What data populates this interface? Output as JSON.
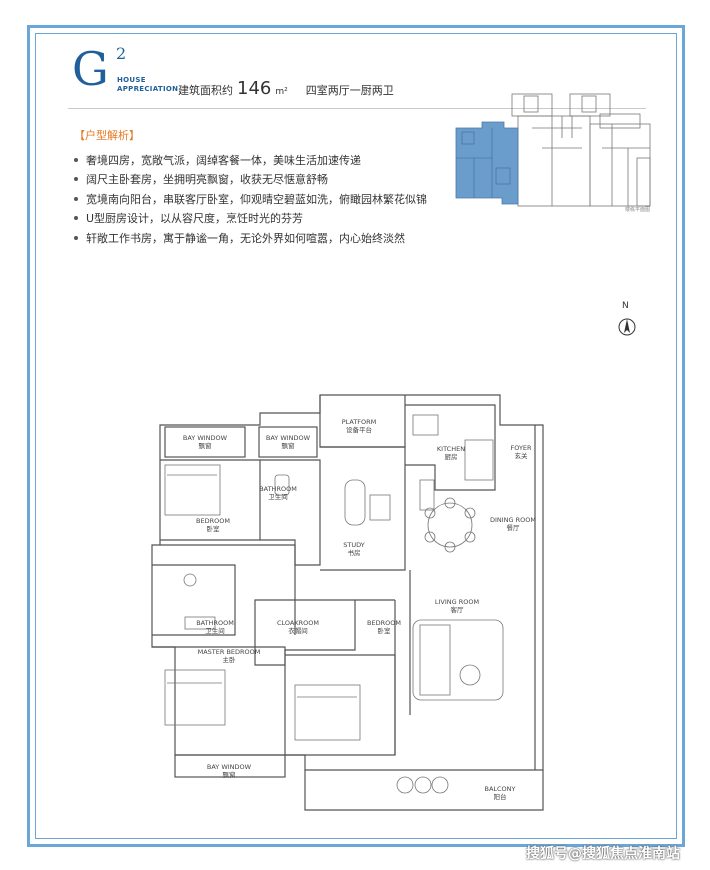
{
  "header": {
    "code_letter": "G",
    "code_sup": "2",
    "house_line1": "HOUSE",
    "house_line2": "APPRECIATION",
    "area_label": "建筑面积约",
    "area_value": "146",
    "area_unit": "m²",
    "layout_desc": "四室两厅一厨两卫"
  },
  "analysis": {
    "title": "【户型解析】",
    "items": [
      "奢境四房，宽敞气派，阔绰客餐一体，美味生活加速传递",
      "阔尺主卧套房，坐拥明亮飘窗，收获无尽惬意舒畅",
      "宽境南向阳台，串联客厅卧室，仰观晴空碧蓝如洗，俯瞰园林繁花似锦",
      "U型厨房设计，以从容尺度，烹饪时光的芬芳",
      "轩敞工作书房，寓于静谧一角，无论外界如何喧嚣，内心始终淡然"
    ]
  },
  "keyplan": {
    "caption": "楼栋平面图",
    "highlight_color": "#6a9ccc"
  },
  "compass": {
    "label": "N"
  },
  "rooms": {
    "platform": {
      "en": "PLATFORM",
      "cn": "设备平台"
    },
    "bay_window_1": {
      "en": "BAY WINDOW",
      "cn": "飘窗"
    },
    "bay_window_2": {
      "en": "BAY WINDOW",
      "cn": "飘窗"
    },
    "bathroom_1": {
      "en": "BATHROOM",
      "cn": "卫生间"
    },
    "bedroom_1": {
      "en": "BEDROOM",
      "cn": "卧室"
    },
    "kitchen": {
      "en": "KITCHEN",
      "cn": "厨房"
    },
    "foyer": {
      "en": "FOYER",
      "cn": "玄关"
    },
    "study": {
      "en": "STUDY",
      "cn": "书房"
    },
    "dining": {
      "en": "DINING ROOM",
      "cn": "餐厅"
    },
    "bathroom_2": {
      "en": "BATHROOM",
      "cn": "卫生间"
    },
    "cloakroom": {
      "en": "CLOAKROOM",
      "cn": "衣帽间"
    },
    "bedroom_2": {
      "en": "BEDROOM",
      "cn": "卧室"
    },
    "living": {
      "en": "LIVING ROOM",
      "cn": "客厅"
    },
    "master": {
      "en": "MASTER BEDROOM",
      "cn": "主卧"
    },
    "bay_window_3": {
      "en": "BAY WINDOW",
      "cn": "飘窗"
    },
    "balcony": {
      "en": "BALCONY",
      "cn": "阳台"
    }
  },
  "colors": {
    "frame": "#6aa7d8",
    "brand": "#1f5f9a",
    "accent": "#e57a24"
  },
  "watermark": "搜狐号@搜狐焦点淮南站"
}
